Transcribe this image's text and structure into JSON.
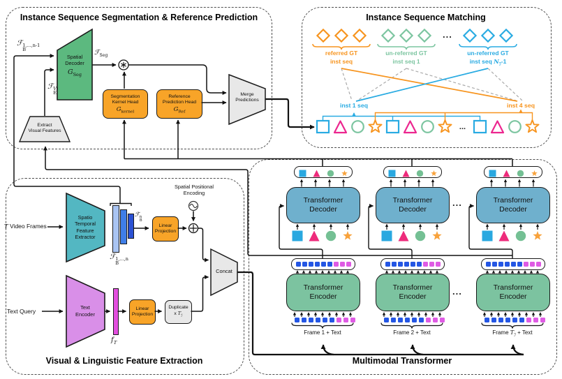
{
  "colors": {
    "spatial_decoder_fill": "#5CB97F",
    "head_fill": "#F8A428",
    "gray_fill": "#E8E8E8",
    "extractor_fill": "#53B7C2",
    "text_encoder_fill": "#D98FE8",
    "decoder_fill": "#6FB0CD",
    "encoder_fill": "#7CC3A0",
    "bar_light": "#A9C4F2",
    "bar_mid": "#3F7EE8",
    "bar_dark": "#2B51D3",
    "text_bar": "#E34FDF",
    "token_blue": "#2456E4",
    "token_pink": "#DF5BE4",
    "shape_blue": "#29A8E0",
    "shape_pink": "#EE2B7B",
    "shape_green": "#74C094",
    "shape_orange": "#F8A23B",
    "outline_blue": "#29ABE2",
    "outline_pink": "#EC268F",
    "outline_green": "#7CC5A0",
    "outline_orange": "#F7941E",
    "line_dark": "#111111"
  },
  "icons": {
    "circled_asterisk": "⊛",
    "circled_plus": "⊕",
    "positional_encoding": "sine-wave-circle"
  },
  "seg": {
    "title": "Instance Sequence Segmentation & Reference Prediction",
    "spatial_decoder": {
      "line1": "Spatial",
      "line2": "Decoder",
      "sym_base": "G",
      "sym_sub": "Seg"
    },
    "kernel_head": {
      "line1": "Segmentation",
      "line2": "Kernel Head",
      "sym_base": "G",
      "sym_sub": "kernel"
    },
    "ref_head": {
      "line1": "Reference",
      "line2": "Prediction Head",
      "sym_base": "G",
      "sym_sub": "Ref"
    },
    "merge": {
      "line1": "Merge",
      "line2": "Predictions"
    },
    "extract": {
      "line1": "Extract",
      "line2": "Visual Features"
    },
    "labels": {
      "fb_prev": {
        "base": "ℱ",
        "sub": "B",
        "sup": "1,...,n-1"
      },
      "fe": {
        "base": "ℱ",
        "sub": "E",
        "sup_base": "V",
        "sup_sub": "ℐ"
      },
      "fseg": {
        "base": "ℱ",
        "sub": "Seg"
      }
    }
  },
  "match": {
    "title": "Instance Sequence Matching",
    "dots": "...",
    "groups": [
      {
        "label1": "referred GT",
        "label2_pre": "inst seq",
        "label2_base": "",
        "label2_sub": "",
        "label2_post": ""
      },
      {
        "label1": "un-referred GT",
        "label2_pre": "inst seq 1",
        "label2_base": "",
        "label2_sub": "",
        "label2_post": ""
      },
      {
        "label1": "un-referred GT",
        "label2_pre": "inst seq ",
        "label2_base": "N",
        "label2_sub": "ℐ",
        "label2_post": "-1"
      }
    ],
    "seq_label_1": "inst 1 seq",
    "seq_label_4": "inst 4 seq",
    "row_pattern": [
      "square",
      "triangle",
      "circle",
      "star",
      "square",
      "triangle",
      "circle",
      "star",
      "dots",
      "square",
      "triangle",
      "circle",
      "star"
    ]
  },
  "vl": {
    "title": "Visual & Linguistic Feature Extraction",
    "video_input": {
      "t": "T",
      "rest": " Video Frames"
    },
    "text_input": "Text Query",
    "extractor": {
      "line1": "Spatio",
      "line2": "Temporal",
      "line3": "Feature",
      "line4": "Extractor"
    },
    "text_encoder": {
      "line1": "Text",
      "line2": "Encoder"
    },
    "linear_projection": {
      "line1": "Linear",
      "line2": "Projection"
    },
    "duplicate": {
      "line1": "Duplicate",
      "line2_pre": "x ",
      "line2_base": "T",
      "line2_sub": "ℐ"
    },
    "concat": "Concat",
    "pos_enc": {
      "line1": "Spatial Positional",
      "line2": "Encoding"
    },
    "labels": {
      "fbn": {
        "base": "ℱ",
        "sub": "B",
        "sup": "n"
      },
      "fb_all": {
        "base": "ℱ",
        "sub": "B",
        "sup": "1,...,n"
      },
      "ft": {
        "base": "f",
        "sub": "T"
      }
    }
  },
  "mm": {
    "title": "Multimodal Transformer",
    "dots": "...",
    "decoder": {
      "line1": "Transformer",
      "line2": "Decoder"
    },
    "encoder": {
      "line1": "Transformer",
      "line2": "Encoder"
    },
    "columns": [
      {
        "frame_pre": "Frame 1",
        "frame_base": "",
        "frame_sub": "",
        "frame_post": " + Text"
      },
      {
        "frame_pre": "Frame 2",
        "frame_base": "",
        "frame_sub": "",
        "frame_post": " + Text"
      },
      {
        "frame_pre": "Frame ",
        "frame_base": "T",
        "frame_sub": "ℐ",
        "frame_post": " + Text"
      }
    ],
    "token_pattern": [
      "b",
      "b",
      "b",
      "b",
      "b",
      "b",
      "p",
      "p",
      "p"
    ],
    "query_shapes": [
      "square",
      "triangle",
      "circle",
      "star"
    ]
  }
}
